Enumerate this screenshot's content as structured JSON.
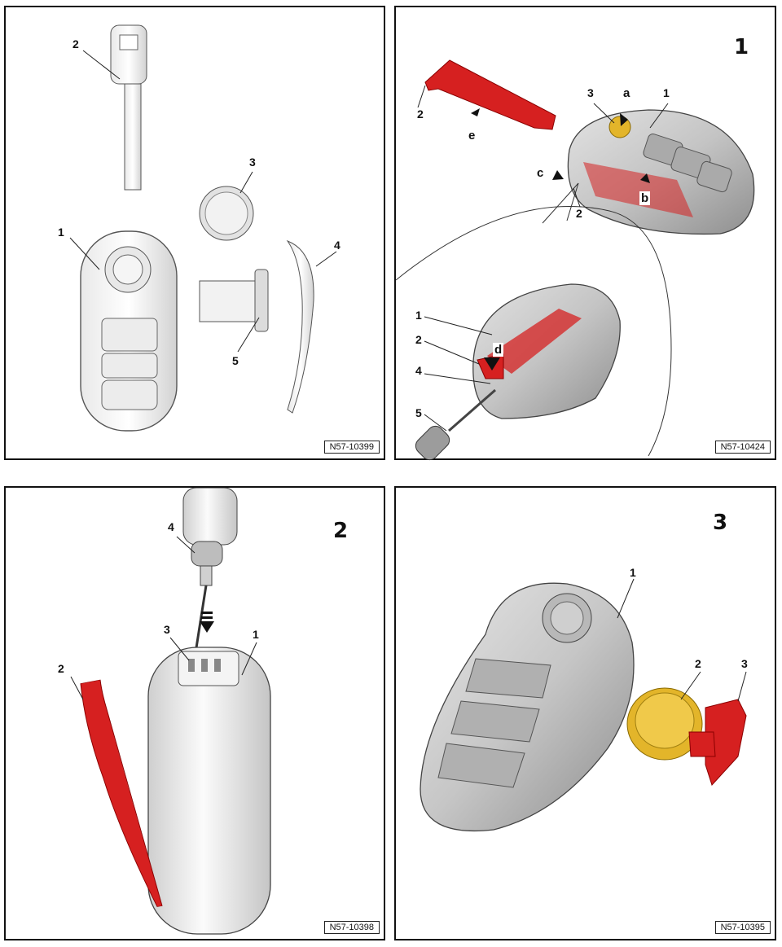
{
  "panels": [
    {
      "id": "exploded",
      "reference": "N57-10399",
      "step": "",
      "callouts": [
        "1",
        "2",
        "3",
        "4",
        "5"
      ]
    },
    {
      "id": "step1",
      "reference": "N57-10424",
      "step": "1",
      "callouts": [
        "2",
        "3",
        "1",
        "2",
        "1",
        "2",
        "4",
        "5"
      ],
      "letters": [
        "a",
        "b",
        "c",
        "d",
        "e"
      ]
    },
    {
      "id": "step2",
      "reference": "N57-10398",
      "step": "2",
      "callouts": [
        "4",
        "3",
        "1",
        "2"
      ]
    },
    {
      "id": "step3",
      "reference": "N57-10395",
      "step": "3",
      "callouts": [
        "1",
        "2",
        "3"
      ]
    }
  ],
  "colors": {
    "part_red": "#d62020",
    "battery_gold": "#e3b52a",
    "body_grey": "#c8c8c8"
  }
}
